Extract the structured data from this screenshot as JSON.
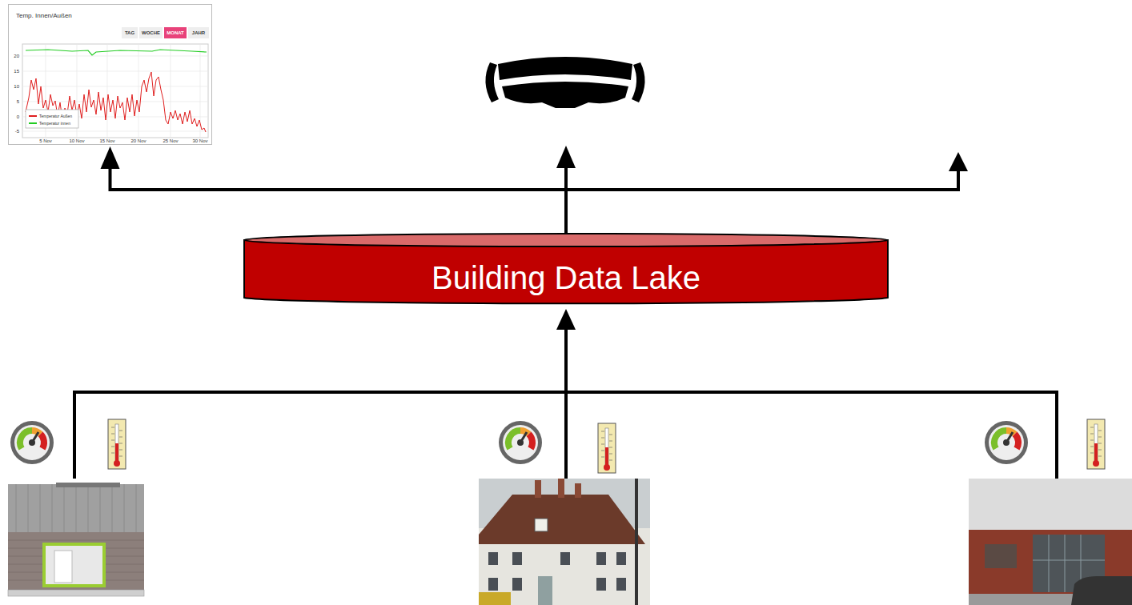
{
  "diagram": {
    "nodes": [
      {
        "text": [
          "Temp. Innen/Außen"
        ]
      },
      {
        "text": [
          "TAG"
        ],
        "in": 0
      },
      {
        "text": [
          "WOCHE"
        ],
        "in": 0
      },
      {
        "text": [
          "MONAT"
        ],
        "in": 0
      },
      {
        "text": [
          "JAHR"
        ],
        "in": 0
      },
      {
        "text": [
          "Building Data Lake"
        ]
      }
    ],
    "edges": [
      {
        "from": 5,
        "to": 0,
        "arrow": "to"
      }
    ],
    "labels": [
      "20",
      "15",
      "10",
      "5",
      "0",
      "-5",
      "5 Nov",
      "10 Nov",
      "15 Nov",
      "20 Nov",
      "25 Nov",
      "30 Nov"
    ],
    "legend": [
      {
        "text": "Temperatur Außen",
        "color": "#e02020"
      },
      {
        "text": "Temperatur innen",
        "color": "#22cc22"
      }
    ]
  }
}
